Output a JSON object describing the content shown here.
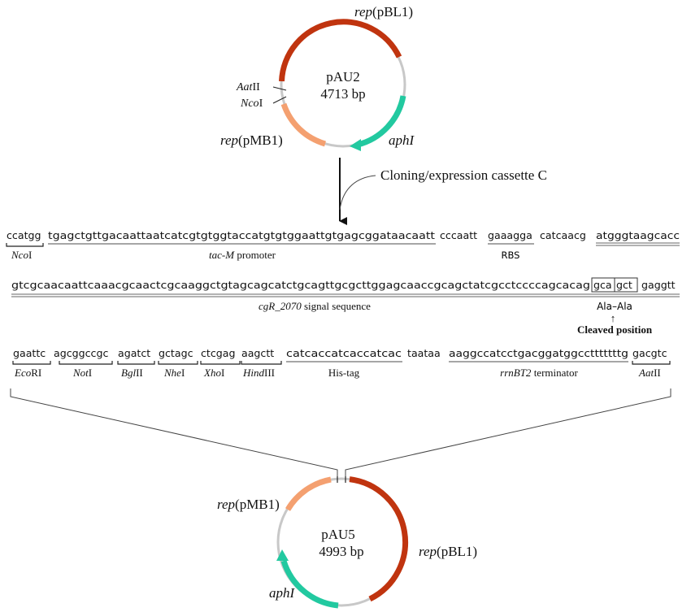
{
  "plasmid_top": {
    "name": "pAU2",
    "size": "4713 bp",
    "features": {
      "rep_pBL1": {
        "italic": "rep",
        "plain": "(pBL1)"
      },
      "rep_pMB1": {
        "italic": "rep",
        "plain": "(pMB1)"
      },
      "aphI": "aphI",
      "AatII": {
        "italic": "Aat",
        "plain": "II"
      },
      "NcoI": {
        "italic": "Nco",
        "plain": "I"
      }
    }
  },
  "cassette_label": "Cloning/expression cassette C",
  "line1": {
    "ncoi_seq": "ccatgg",
    "ncoi_label": {
      "italic": "Nco",
      "plain": "I"
    },
    "promoter_seq": "tgagctgttgacaattaatcatcgtgtggtaccatgtgtggaattgtgagcggataacaatt",
    "promoter_label": {
      "italic": "tac-M",
      "plain": " promoter"
    },
    "spacer1": "cccaatt",
    "rbs_seq": "gaaagga",
    "rbs_label": "RBS",
    "spacer2": "catcaacg",
    "signal_start": "atgggtaagcacc"
  },
  "line2": {
    "signal_seq": "gtcgcaacaattcaaacgcaactcgcaaggctgtagcagcatctgcagttgcgcttggagcaaccgcagctatcgcctccccagcacag",
    "codon1": "gca",
    "codon2": "gct",
    "tail": "gaggtt",
    "signal_label": {
      "italic": "cgR_2070",
      "plain": " signal sequence"
    },
    "ala_ala": "Ala–Ala",
    "cleaved_arrow": "↑",
    "cleaved_label": "Cleaved position"
  },
  "line3": {
    "sites": [
      {
        "seq": "gaattc",
        "italic": "Eco",
        "plain": "RI"
      },
      {
        "seq": "agcggccgc",
        "italic": "Not",
        "plain": "I"
      },
      {
        "seq": "agatct",
        "italic": "Bgl",
        "plain": "II"
      },
      {
        "seq": "gctagc",
        "italic": "Nhe",
        "plain": "I"
      },
      {
        "seq": "ctcgag",
        "italic": "Xho",
        "plain": "I"
      },
      {
        "seq": "aagctt",
        "italic": "Hind",
        "plain": "III"
      }
    ],
    "his_seq": "catcaccatcaccatcac",
    "his_label": "His-tag",
    "stop": "taataa",
    "term_seq": "aaggccatcctgacggatggcctttttttg",
    "term_label": {
      "italic": "rrnBT2",
      "plain": " terminator"
    },
    "aatii_seq": "gacgtc",
    "aatii_label": {
      "italic": "Aat",
      "plain": "II"
    }
  },
  "plasmid_bottom": {
    "name": "pAU5",
    "size": "4993 bp",
    "features": {
      "rep_pMB1": {
        "italic": "rep",
        "plain": "(pMB1)"
      },
      "rep_pBL1": {
        "italic": "rep",
        "plain": "(pBL1)"
      },
      "aphI": "aphI"
    }
  },
  "colors": {
    "rep_pBL1": "#c0340f",
    "rep_pMB1": "#f4a070",
    "aphI": "#22c9a0",
    "backbone": "#c8c8c8",
    "line": "#555555"
  }
}
